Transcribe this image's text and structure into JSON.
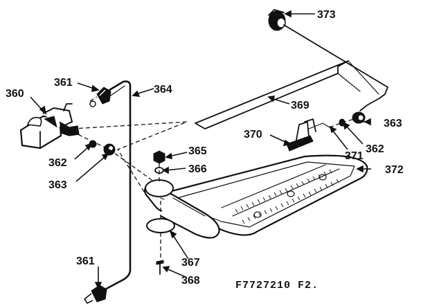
{
  "figure_id": "F7727210 F2.",
  "parts": [
    {
      "id": "p360",
      "number": "360"
    },
    {
      "id": "p361a",
      "number": "361"
    },
    {
      "id": "p361b",
      "number": "361"
    },
    {
      "id": "p362a",
      "number": "362"
    },
    {
      "id": "p362b",
      "number": "362"
    },
    {
      "id": "p363a",
      "number": "363"
    },
    {
      "id": "p363b",
      "number": "363"
    },
    {
      "id": "p364",
      "number": "364"
    },
    {
      "id": "p365",
      "number": "365"
    },
    {
      "id": "p366",
      "number": "366"
    },
    {
      "id": "p367",
      "number": "367"
    },
    {
      "id": "p368",
      "number": "368"
    },
    {
      "id": "p369",
      "number": "369"
    },
    {
      "id": "p370",
      "number": "370"
    },
    {
      "id": "p371",
      "number": "371"
    },
    {
      "id": "p372",
      "number": "372"
    },
    {
      "id": "p373",
      "number": "373"
    }
  ]
}
